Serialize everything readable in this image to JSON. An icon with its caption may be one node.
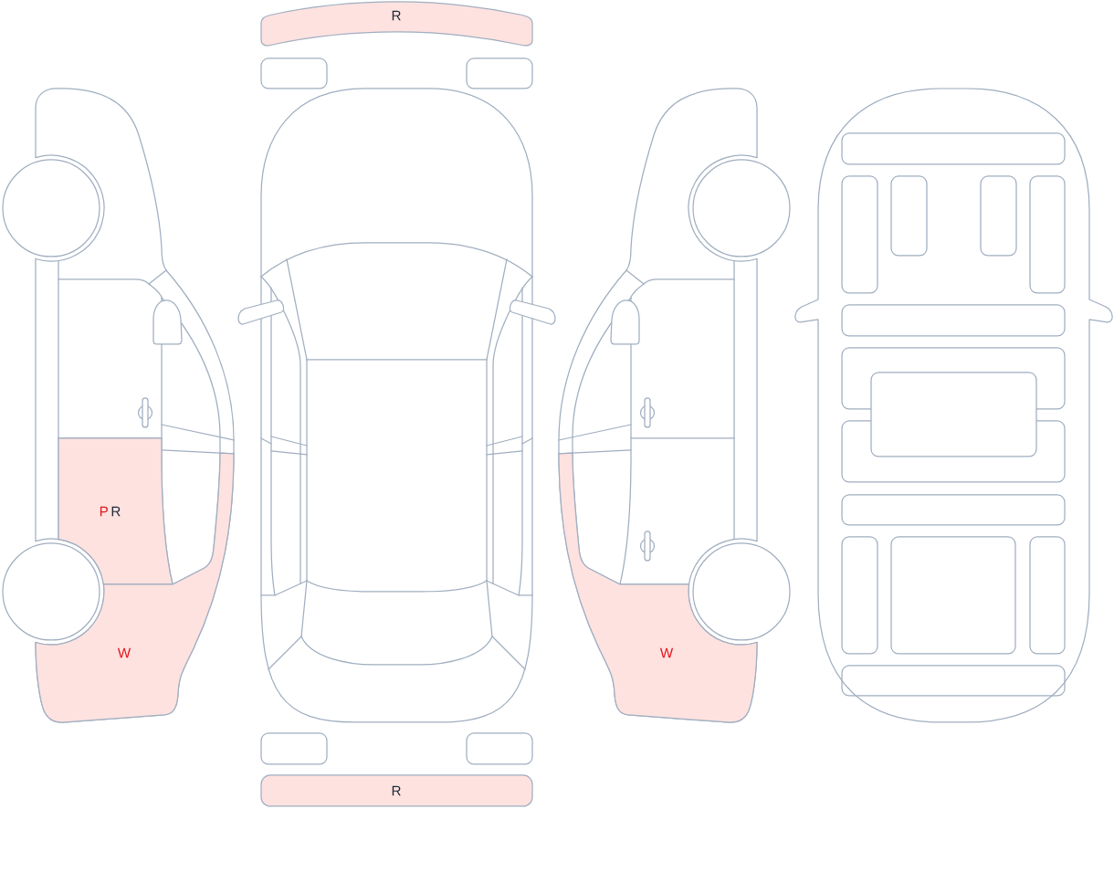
{
  "diagram": {
    "nodes": [
      {
        "text": [
          "R"
        ]
      },
      {
        "text": [
          "P",
          "R"
        ]
      },
      {
        "text": [
          "W"
        ]
      },
      {
        "text": [
          "R"
        ]
      },
      {
        "text": [
          "W"
        ]
      }
    ]
  }
}
